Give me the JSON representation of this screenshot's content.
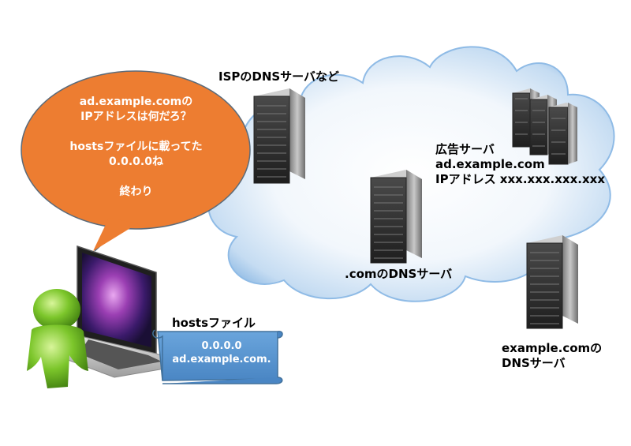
{
  "bubble": {
    "lines": [
      "ad.example.comの",
      "IPアドレスは何だろ？",
      "",
      "hostsファイルに載ってた",
      "0.0.0.0ね",
      "",
      "終わり"
    ]
  },
  "isp_dns_label": "ISPのDNSサーバなど",
  "com_dns_label": ".comのDNSサーバ",
  "ad_server": {
    "line1": "広告サーバ",
    "line2": "ad.example.com",
    "line3": "IPアドレス xxx.xxx.xxx.xxx"
  },
  "example_dns": {
    "line1": "example.comの",
    "line2": "DNSサーバ"
  },
  "hosts_file": {
    "title": "hostsファイル",
    "line1": "0.0.0.0",
    "line2": "ad.example.com."
  },
  "colors": {
    "bubble": "#ED7D31",
    "cloud_edge": "#6FA8DC",
    "cloud_center": "#FFFFFF",
    "scroll": "#5B9BD5",
    "user": "#7CC62B"
  }
}
